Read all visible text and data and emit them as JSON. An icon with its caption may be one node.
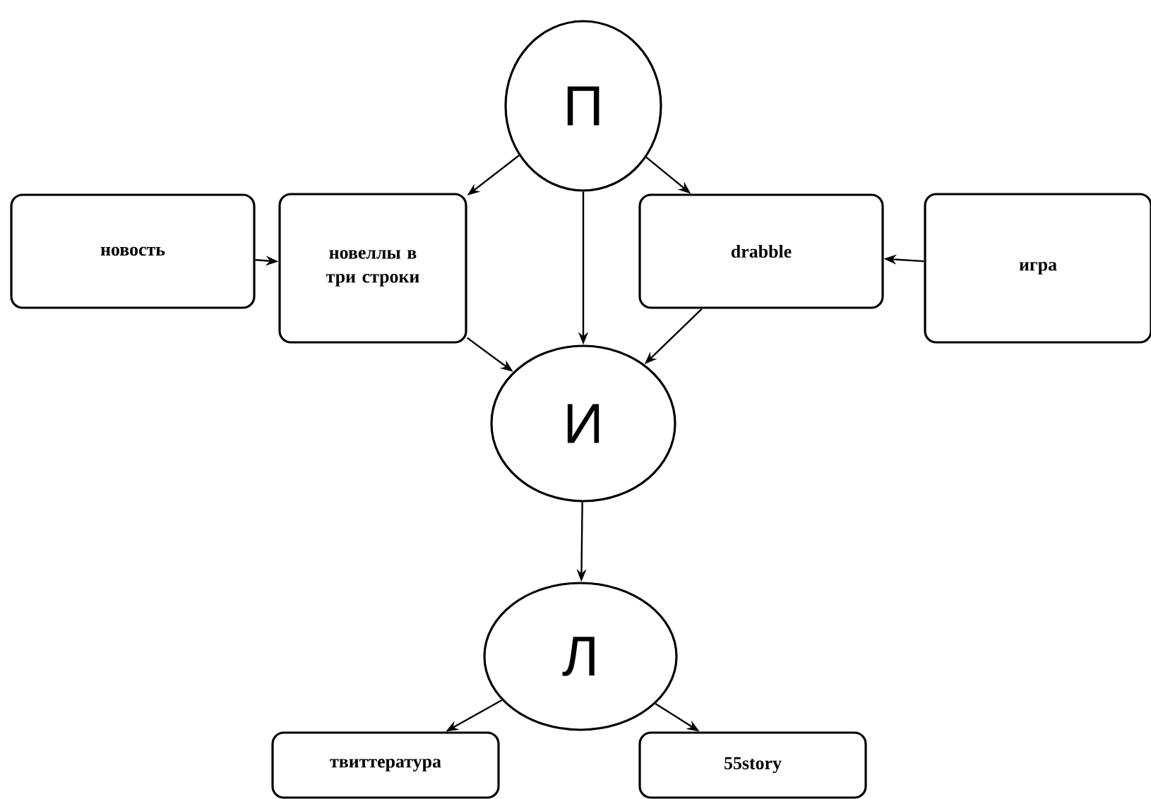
{
  "diagram": {
    "nodes": [
      {
        "text": [
          "П"
        ]
      },
      {
        "text": [
          "новость"
        ]
      },
      {
        "text": [
          "новеллы в три строки"
        ]
      },
      {
        "text": [
          "drabble"
        ]
      },
      {
        "text": [
          "игра"
        ]
      },
      {
        "text": [
          "И"
        ]
      },
      {
        "text": [
          "Л"
        ]
      },
      {
        "text": [
          "твиттература"
        ]
      },
      {
        "text": [
          "55story"
        ]
      }
    ],
    "edges": [
      {
        "from": 0,
        "to": 2,
        "arrow": "to"
      },
      {
        "from": 0,
        "to": 5,
        "arrow": "to"
      },
      {
        "from": 0,
        "to": 3,
        "arrow": "to"
      },
      {
        "from": 1,
        "to": 2,
        "arrow": "to"
      },
      {
        "from": 4,
        "to": 3,
        "arrow": "to"
      },
      {
        "from": 2,
        "to": 5,
        "arrow": "to"
      },
      {
        "from": 3,
        "to": 5,
        "arrow": "to"
      },
      {
        "from": 5,
        "to": 6,
        "arrow": "to"
      },
      {
        "from": 6,
        "to": 7,
        "arrow": "to"
      },
      {
        "from": 6,
        "to": 8,
        "arrow": "to"
      }
    ]
  }
}
